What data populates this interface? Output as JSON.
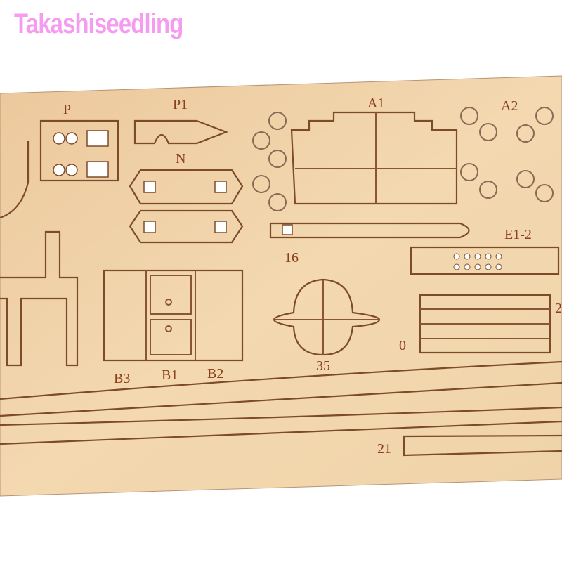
{
  "watermark": "Takashiseedling",
  "colors": {
    "wood": "#efd1a6",
    "engraving": "#8b3f1c",
    "watermark": "#f59cf0"
  },
  "part_labels": {
    "p": "P",
    "p1": "P1",
    "n": "N",
    "a1": "A1",
    "a2": "A2",
    "e12": "E1-2",
    "l16": "16",
    "b3": "B3",
    "b1": "B1",
    "b2": "B2",
    "l35": "35",
    "l0": "0",
    "l2": "2",
    "l21": "21"
  }
}
